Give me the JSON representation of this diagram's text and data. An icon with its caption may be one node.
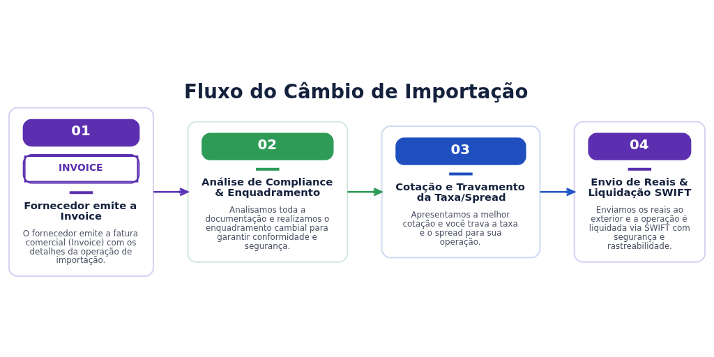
{
  "diagram": {
    "title": "Fluxo do Câmbio de Importação",
    "nodes": [
      {
        "text": [
          "01",
          "INVOICE",
          "Fornecedor emite a Invoice",
          "O fornecedor emite a fatura comercial (Invoice) com os detalhes da operação de importação."
        ]
      },
      {
        "text": [
          "02",
          "Análise de Compliance & Enquadramento",
          "Analisamos toda a documentação e realizamos o enquadramento cambial para garantir conformidade e segurança."
        ]
      },
      {
        "text": [
          "03",
          "Cotação e Travamento da Taxa/Spread",
          "Apresentamos a melhor cotação e você trava a taxa e o spread para sua operação."
        ]
      },
      {
        "text": [
          "04",
          "Envio de Reais & Liquidação SWIFT",
          "Enviamos os reais ao exterior e a operação é liquidada via SWIFT com segurança e rastreabilidade."
        ]
      }
    ],
    "edges": [
      {
        "from": 0,
        "to": 1,
        "arrow": "to",
        "color": "#5b35b5"
      },
      {
        "from": 1,
        "to": 2,
        "arrow": "to",
        "color": "#2e9b57"
      },
      {
        "from": 2,
        "to": 3,
        "arrow": "to",
        "color": "#2458c6"
      }
    ]
  }
}
